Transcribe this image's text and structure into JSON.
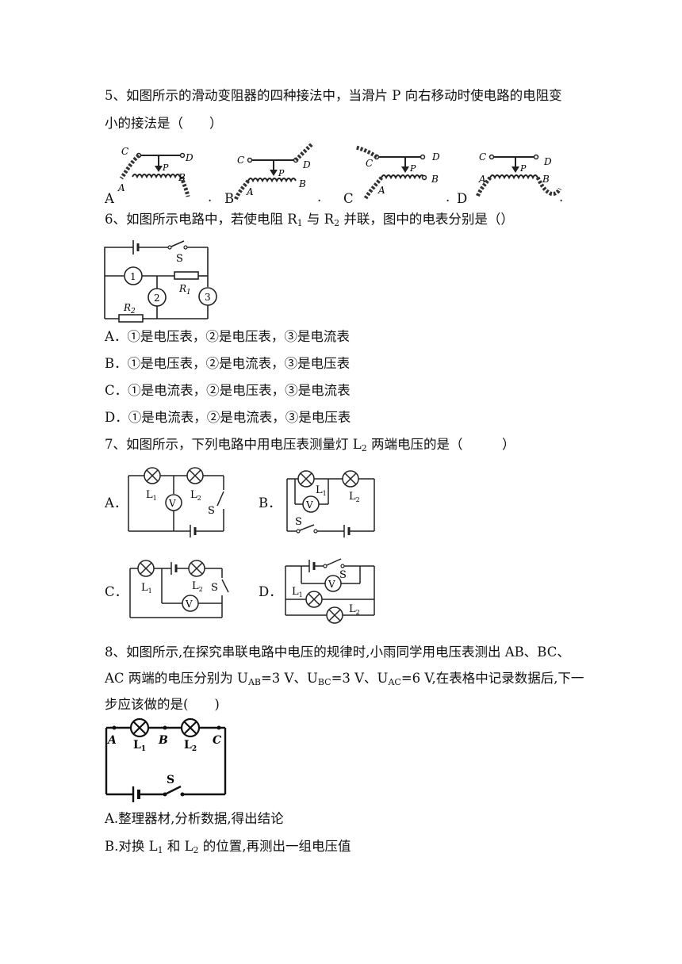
{
  "q5": {
    "line1": "5、如图所示的滑动变阻器的四种接法中，当滑片 P 向右移动时使电路的电阻变",
    "line2": "小的接法是（　　）",
    "options": [
      {
        "label": "A",
        "dot": "."
      },
      {
        "label": "B",
        "dot": "."
      },
      {
        "label": "C",
        "dot": "."
      },
      {
        "label": "D",
        "dot": "."
      }
    ],
    "terminals": {
      "c": "C",
      "d": "D",
      "a": "A",
      "b": "B",
      "p": "P"
    }
  },
  "q6": {
    "pre": "6、如图所示电路中，若使电阻 R",
    "sub1": "1",
    "mid": " 与 R",
    "sub2": "2",
    "post": " 并联，图中的电表分别是（）",
    "figure": {
      "switch": "S",
      "r": "R",
      "r1_sub": "1",
      "r2_sub": "2",
      "m1": "1",
      "m2": "2",
      "m3": "3"
    },
    "options": [
      "A．①是电压表，②是电压表，③是电流表",
      "B．①是电压表，②是电流表，③是电压表",
      "C．①是电流表，②是电压表，③是电流表",
      "D．①是电流表，②是电流表，③是电压表"
    ]
  },
  "q7": {
    "pre": "7、如图所示，下列电路中用电压表测量灯 L",
    "sub": "2",
    "post": " 两端电压的是（　　　）",
    "options": [
      "A．",
      "B．",
      "C．",
      "D．"
    ],
    "figure": {
      "l": "L",
      "l1_sub": "1",
      "l2_sub": "2",
      "v": "V",
      "s": "S"
    }
  },
  "q8": {
    "line1": "8、如图所示,在探究串联电路中电压的规律时,小雨同学用电压表测出 AB、BC、",
    "line2_pre": "AC 两端的电压分别为 U",
    "sub_ab": "AB",
    "line2_a": "=3 V、U",
    "sub_bc": "BC",
    "line2_b": "=3 V、U",
    "sub_ac": "AC",
    "line2_c": "=6 V,在表格中记录数据后,下一",
    "line3": "步应该做的是(　　)",
    "figure": {
      "a": "A",
      "b": "B",
      "c": "C",
      "s": "S",
      "l": "L",
      "l1_sub": "1",
      "l2_sub": "2"
    },
    "optA": "A.整理器材,分析数据,得出结论",
    "optB_pre": "B.对换 L",
    "optB_sub1": "1",
    "optB_mid": " 和 L",
    "optB_sub2": "2",
    "optB_post": " 的位置,再测出一组电压值"
  }
}
